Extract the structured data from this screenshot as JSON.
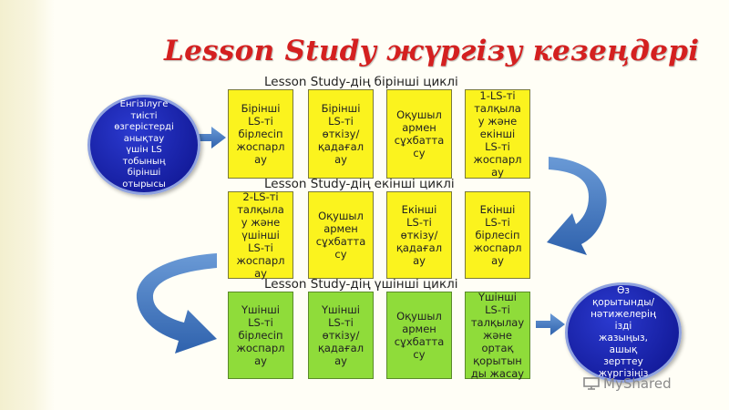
{
  "title": "Lesson Study жүргізу кезеңдері",
  "cycles": [
    {
      "heading": "Lesson Study-дің бірінші циклі",
      "boxes": [
        [
          "Бірінші",
          "LS-ті",
          "бірлесіп",
          "жоспарл",
          "ау"
        ],
        [
          "Бірінші",
          "LS-ті",
          "өткізу/",
          "қадағал",
          "ау"
        ],
        [
          "Оқушыл",
          "армен",
          "сұхбатта",
          "су"
        ],
        [
          "1-LS-ті",
          "талқыла",
          "у және",
          "екінші",
          "LS-ті",
          "жоспарл",
          "ау"
        ]
      ]
    },
    {
      "heading": "Lesson Study-дің екінші циклі",
      "boxes": [
        [
          "2-LS-ті",
          "талқыла",
          "у және",
          "үшінші",
          "LS-ті",
          "жоспарл",
          "ау"
        ],
        [
          "Оқушыл",
          "армен",
          "сұхбатта",
          "су"
        ],
        [
          "Екінші",
          "LS-ті",
          "өткізу/",
          "қадағал",
          "ау"
        ],
        [
          "Екінші",
          "LS-ті",
          "бірлесіп",
          "жоспарл",
          "ау"
        ]
      ]
    },
    {
      "heading": "Lesson Study-дің үшінші циклі",
      "boxes": [
        [
          "Үшінші",
          "LS-ті",
          "бірлесіп",
          "жоспарл",
          "ау"
        ],
        [
          "Үшінші",
          "LS-ті",
          "өткізу/",
          "қадағал",
          "ау"
        ],
        [
          "Оқушыл",
          "армен",
          "сұхбатта",
          "су"
        ],
        [
          "Үшінші",
          "LS-ті",
          "талқылау",
          "және",
          "ортақ",
          "қорытын",
          "ды жасау"
        ]
      ]
    }
  ],
  "start_circle": [
    "Енгізілуге",
    "тиісті",
    "өзгерістерді",
    "анықтау",
    "үшін LS",
    "тобының",
    "бірінші",
    "отырысы"
  ],
  "end_circle": [
    "Өз",
    "қорытынды/",
    "нәтижелерің",
    "ізді",
    "жазыңыз,",
    "ашық",
    "зерттеу",
    "жүргізіңіз"
  ],
  "watermark": "MyShared",
  "colors": {
    "title": "#d42020",
    "yellow_box": "#fbf31e",
    "green_box": "#8fdc3a",
    "circle": "#1a23b0",
    "arrow": "#4a7fc4"
  }
}
